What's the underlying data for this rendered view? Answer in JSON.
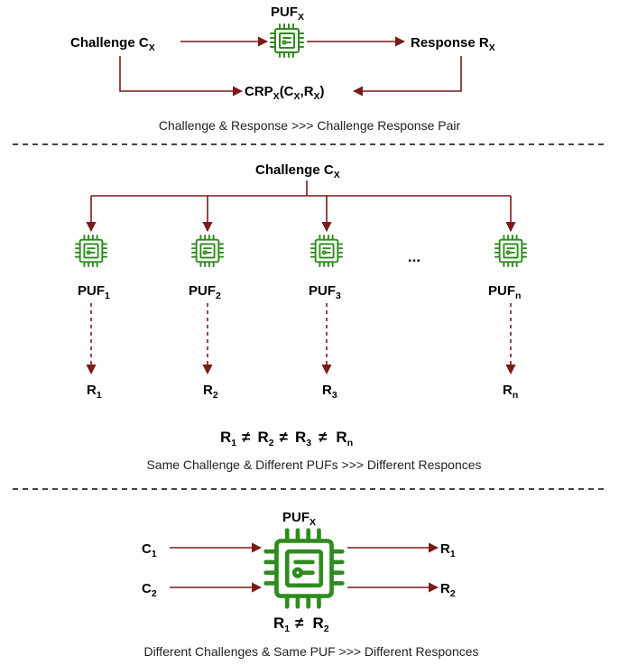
{
  "section1": {
    "puf_label": "PUF",
    "puf_sub": "X",
    "challenge_label": "Challenge C",
    "challenge_sub": "X",
    "response_label": "Response R",
    "response_sub": "X",
    "crp_label": "CRP",
    "crp_sub": "X",
    "crp_args_open": "(C",
    "crp_args_sub1": "X",
    "crp_args_mid": ",R",
    "crp_args_sub2": "X",
    "crp_args_close": ")",
    "caption": "Challenge & Response >>> Challenge Response Pair"
  },
  "section2": {
    "challenge_label": "Challenge C",
    "challenge_sub": "X",
    "ellipsis": "...",
    "pufs": [
      {
        "label": "PUF",
        "sub": "1",
        "r_label": "R",
        "r_sub": "1"
      },
      {
        "label": "PUF",
        "sub": "2",
        "r_label": "R",
        "r_sub": "2"
      },
      {
        "label": "PUF",
        "sub": "3",
        "r_label": "R",
        "r_sub": "3"
      },
      {
        "label": "PUF",
        "sub": "n",
        "r_label": "R",
        "r_sub": "n"
      }
    ],
    "inequality": {
      "r": "R",
      "neq": "≠",
      "subs": [
        "1",
        "2",
        "3",
        "n"
      ]
    },
    "caption": "Same Challenge & Different PUFs  >>> Different Responces"
  },
  "section3": {
    "puf_label": "PUF",
    "puf_sub": "X",
    "c1_label": "C",
    "c1_sub": "1",
    "c2_label": "C",
    "c2_sub": "2",
    "r1_label": "R",
    "r1_sub": "1",
    "r2_label": "R",
    "r2_sub": "2",
    "inequality": {
      "r": "R",
      "neq": "≠",
      "subs": [
        "1",
        "2"
      ]
    },
    "caption": "Different Challenges & Same PUF >>> Different Responces"
  },
  "colors": {
    "arrow": "#7a1a1a",
    "chip": "#2e8b1e",
    "separator": "#444444"
  },
  "icons": {
    "chip": "puf-chip-icon"
  }
}
